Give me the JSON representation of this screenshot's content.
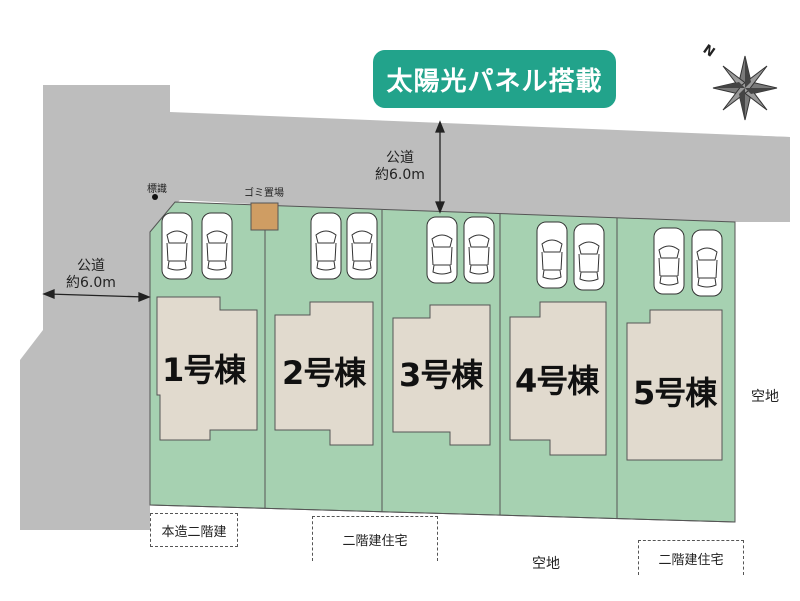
{
  "banner": {
    "text": "太陽光パネル搭載"
  },
  "roads": {
    "north": {
      "line1": "公道",
      "line2": "約6.0m"
    },
    "west": {
      "line1": "公道",
      "line2": "約6.0m"
    }
  },
  "labels": {
    "sign": "標識",
    "garbage": "ゴミ置場"
  },
  "lots": [
    {
      "label": "1号棟"
    },
    {
      "label": "2号棟"
    },
    {
      "label": "3号棟"
    },
    {
      "label": "4号棟"
    },
    {
      "label": "5号棟"
    }
  ],
  "surroundings": {
    "east_vacant": "空地",
    "south_vacant": "空地",
    "wood_two_story": "本造二階建",
    "two_story_house_1": "二階建住宅",
    "two_story_house_2": "二階建住宅"
  },
  "compass": {
    "north_letter": "N",
    "icon": "compass-rose-icon"
  },
  "colors": {
    "lot_green": "#a6d1b1",
    "road_gray": "#bdbdbd",
    "building": "#e1dace",
    "banner": "#22a38b",
    "garbage_area": "#cf9d63"
  }
}
